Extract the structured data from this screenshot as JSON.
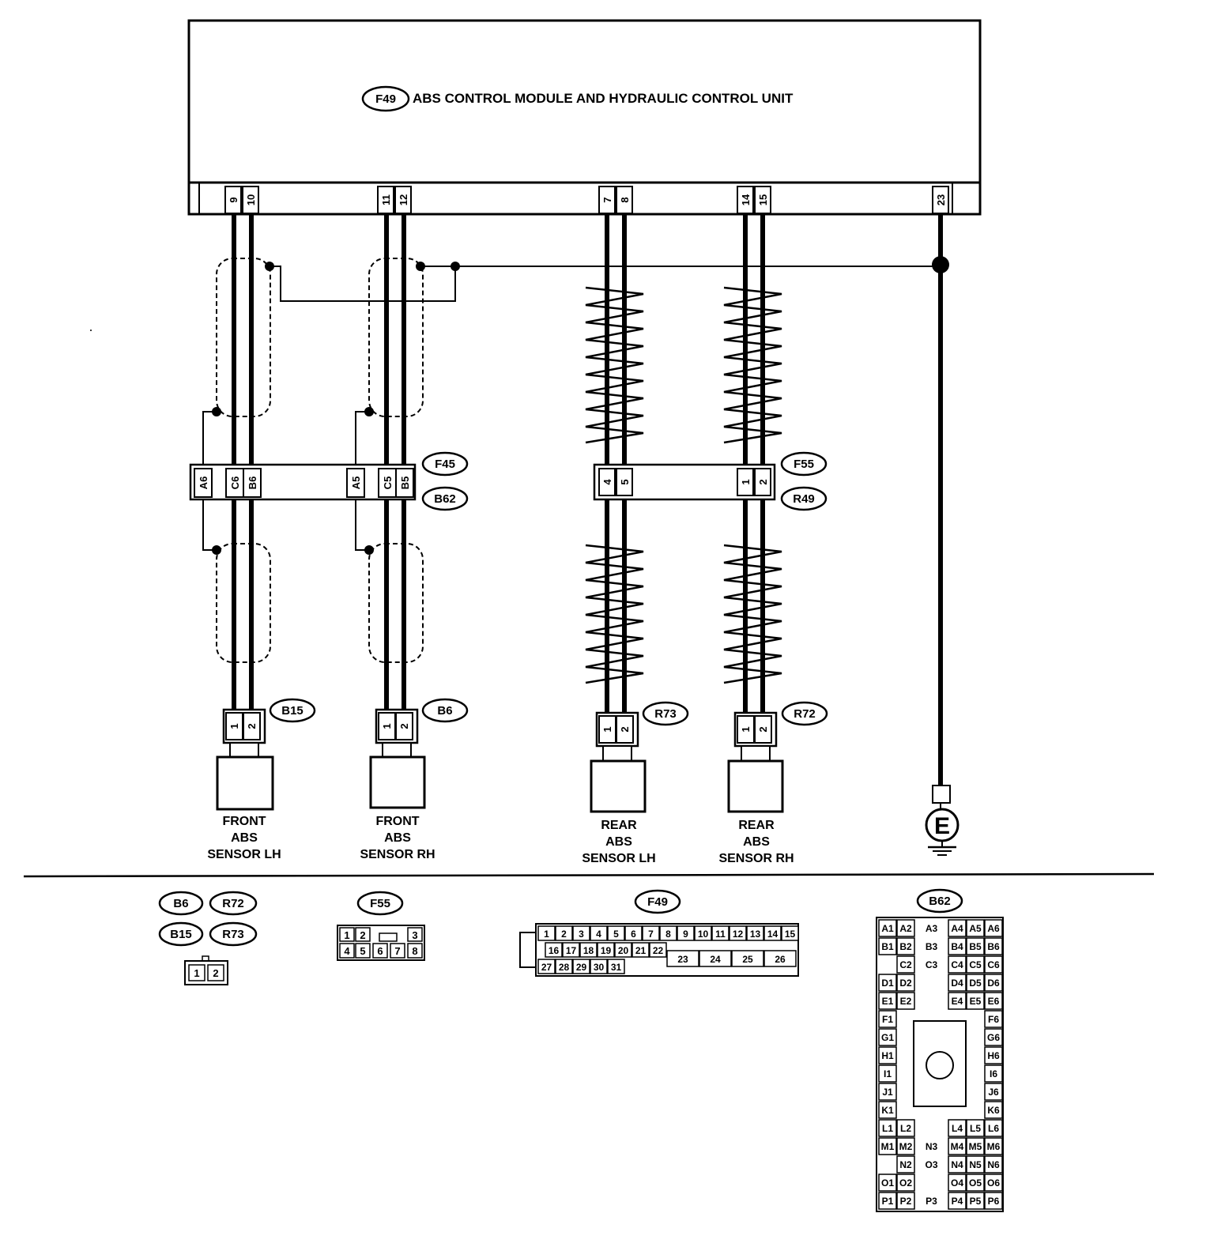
{
  "module": {
    "code": "F49",
    "title": "ABS CONTROL MODULE AND HYDRAULIC  CONTROL UNIT",
    "pins": [
      "9",
      "10",
      "11",
      "12",
      "7",
      "8",
      "14",
      "15",
      "23"
    ]
  },
  "junctions": {
    "f45": "F45",
    "b62": "B62",
    "f55": "F55",
    "r49": "R49",
    "front_pins": [
      "A6",
      "C6",
      "B6",
      "A5",
      "C5",
      "B5"
    ],
    "rear_pins": [
      "4",
      "5",
      "1",
      "2"
    ]
  },
  "sensors": [
    {
      "code": "B15",
      "pin1": "1",
      "pin2": "2",
      "lines": [
        "FRONT",
        "ABS",
        "SENSOR LH"
      ]
    },
    {
      "code": "B6",
      "pin1": "1",
      "pin2": "2",
      "lines": [
        "FRONT",
        "ABS",
        "SENSOR RH"
      ]
    },
    {
      "code": "R73",
      "pin1": "1",
      "pin2": "2",
      "lines": [
        "REAR",
        "ABS",
        "SENSOR LH"
      ]
    },
    {
      "code": "R72",
      "pin1": "1",
      "pin2": "2",
      "lines": [
        "REAR",
        "ABS",
        "SENSOR RH"
      ]
    }
  ],
  "ground": {
    "label": "E"
  },
  "legend": {
    "sensor_conn": {
      "codes": [
        "B6",
        "R72",
        "B15",
        "R73"
      ],
      "pins": [
        "1",
        "2"
      ]
    },
    "f55": {
      "code": "F55",
      "pins": [
        "1",
        "2",
        "3",
        "4",
        "5",
        "6",
        "7",
        "8"
      ]
    },
    "f49": {
      "code": "F49",
      "row1": [
        "1",
        "2",
        "3",
        "4",
        "5",
        "6",
        "7",
        "8",
        "9",
        "10",
        "11",
        "12",
        "13",
        "14",
        "15"
      ],
      "row2": [
        "16",
        "17",
        "18",
        "19",
        "20",
        "21",
        "22"
      ],
      "row3": [
        "27",
        "28",
        "29",
        "30",
        "31"
      ],
      "big": [
        "23",
        "24",
        "25",
        "26"
      ]
    },
    "b62": {
      "code": "B62",
      "rows": [
        [
          "A1",
          "A2",
          "A3",
          "A4",
          "A5",
          "A6"
        ],
        [
          "B1",
          "B2",
          "B3",
          "B4",
          "B5",
          "B6"
        ],
        [
          "C2",
          "C3",
          "C4",
          "C5",
          "C6"
        ],
        [
          "D1",
          "D2",
          "D4",
          "D5",
          "D6"
        ],
        [
          "E1",
          "E2",
          "E4",
          "E5",
          "E6"
        ],
        [
          "F1",
          "F6"
        ],
        [
          "G1",
          "G6"
        ],
        [
          "H1",
          "H6"
        ],
        [
          "I1",
          "I6"
        ],
        [
          "J1",
          "J6"
        ],
        [
          "K1",
          "K6"
        ],
        [
          "L1",
          "L2",
          "L4",
          "L5",
          "L6"
        ],
        [
          "M1",
          "M2",
          "N3",
          "M4",
          "M5",
          "M6"
        ],
        [
          "N2",
          "O3",
          "N4",
          "N5",
          "N6"
        ],
        [
          "O1",
          "O2",
          "O4",
          "O5",
          "O6"
        ],
        [
          "P1",
          "P2",
          "P3",
          "P4",
          "P5",
          "P6"
        ]
      ]
    }
  }
}
